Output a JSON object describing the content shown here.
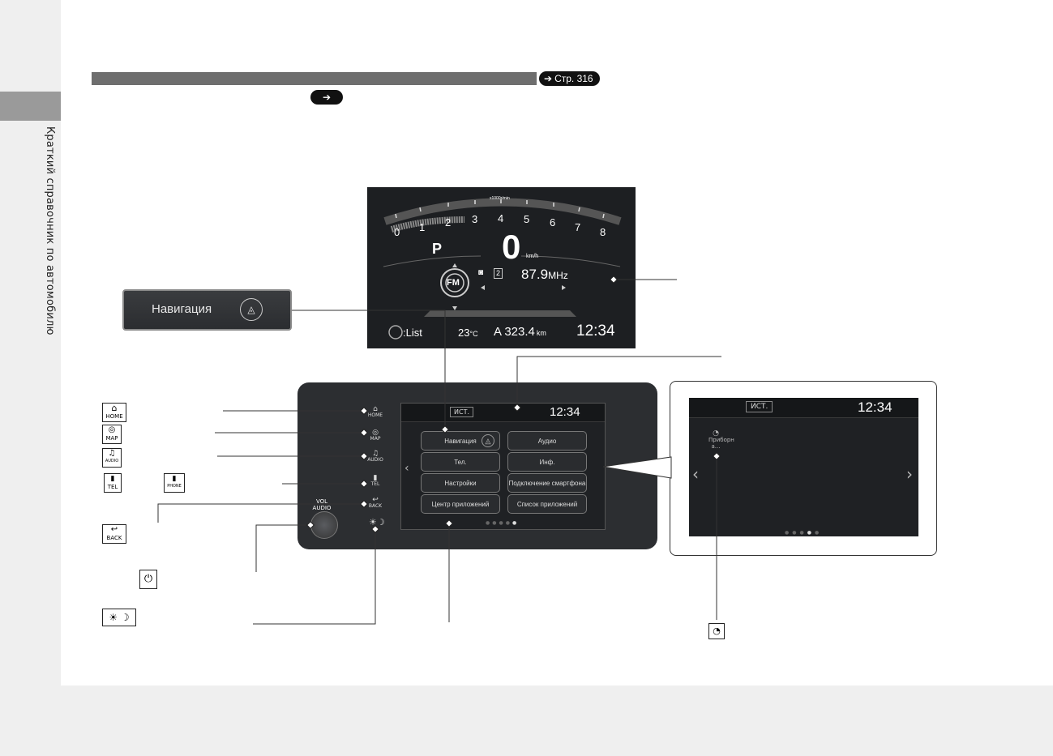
{
  "sidebar": {
    "title": "Краткий справочник по автомобилю"
  },
  "header": {
    "reference": "Стр. 316"
  },
  "meter": {
    "tach_label": "x1000r/min",
    "tach_numbers": [
      "0",
      "1",
      "2",
      "3",
      "4",
      "5",
      "6",
      "7",
      "8"
    ],
    "gear": "P",
    "speed": "0",
    "speed_unit": "km/h",
    "band": "FM",
    "preset": "2",
    "frequency": "87.9",
    "frequency_unit": "MHz",
    "list_label": ":List",
    "temperature": "23",
    "temperature_unit": "°C",
    "trip": "A 323.4",
    "trip_unit": "km",
    "clock": "12:34"
  },
  "nav_popup": {
    "label": "Навигация"
  },
  "headunit": {
    "source_tab": "ИСТ.",
    "clock": "12:34",
    "buttons": [
      "Навигация",
      "Аудио",
      "Тел.",
      "Инф.",
      "Настройки",
      "Подключение смартфона",
      "Центр приложений",
      "Список приложений"
    ],
    "hardkeys": [
      "HOME",
      "MAP",
      "AUDIO",
      "TEL",
      "BACK"
    ],
    "vol_label": "VOL",
    "vol_sub": "AUDIO"
  },
  "zoom": {
    "source_tab": "ИСТ.",
    "clock": "12:34",
    "app_label": "Приборн а..."
  },
  "legend_icons": {
    "home": "HOME",
    "map": "MAP",
    "audio": "AUDIO",
    "tel": "TEL",
    "phone": "PHONE",
    "back": "BACK"
  }
}
